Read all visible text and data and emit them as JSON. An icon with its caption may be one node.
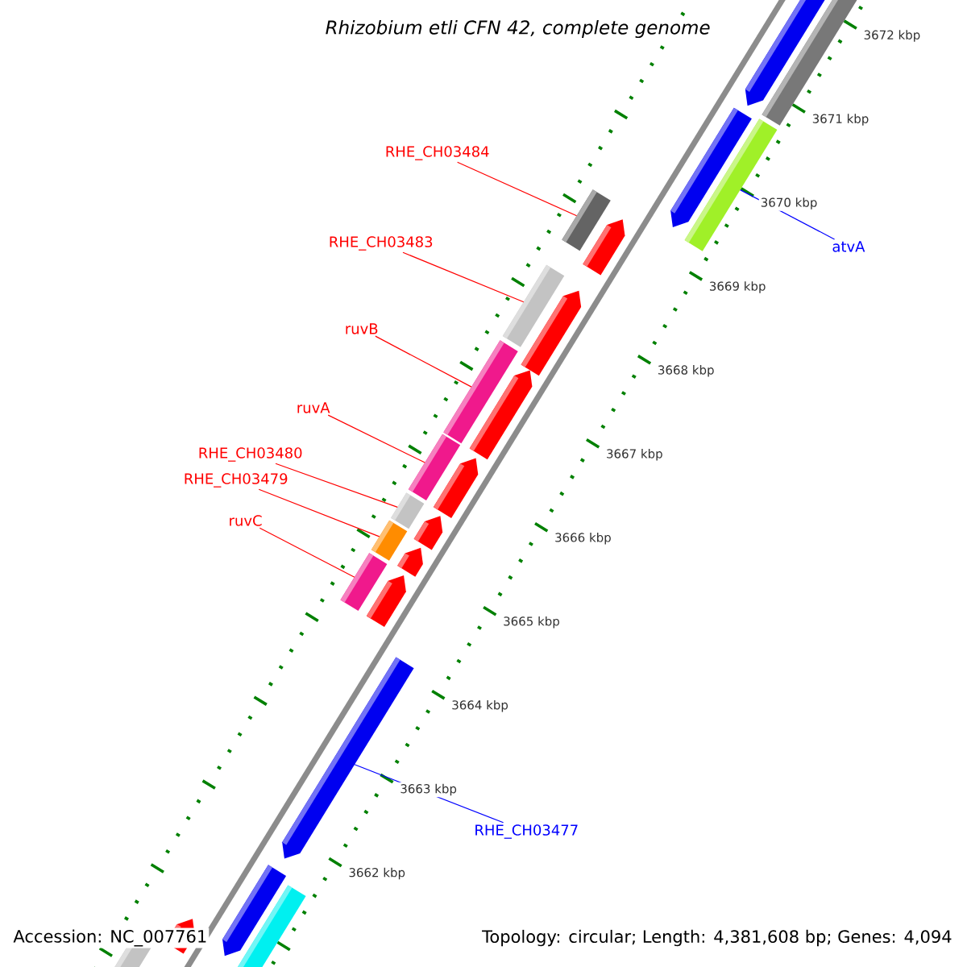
{
  "diagram": {
    "title": "Rhizobium etli CFN 42, complete genome",
    "nodes": [
      {
        "text": [
          "RHE_CH03484"
        ]
      },
      {
        "text": [
          "RHE_CH03483"
        ]
      },
      {
        "text": [
          "atvA"
        ]
      },
      {
        "text": [
          "ruvB"
        ]
      },
      {
        "text": [
          "ruvA"
        ]
      },
      {
        "text": [
          "RHE_CH03480"
        ]
      },
      {
        "text": [
          "RHE_CH03479"
        ]
      },
      {
        "text": [
          "ruvC"
        ]
      },
      {
        "text": [
          "RHE_CH03477"
        ]
      },
      {
        "text": [],
        "shape": "bar"
      },
      {
        "text": [],
        "shape": "bar"
      },
      {
        "text": [],
        "shape": "bar"
      },
      {
        "text": [],
        "shape": "bar"
      },
      {
        "text": [],
        "shape": "bar"
      },
      {
        "text": [],
        "shape": "bar"
      },
      {
        "text": [],
        "shape": "bar"
      },
      {
        "text": [],
        "shape": "bar"
      },
      {
        "text": [],
        "shape": "bar"
      }
    ],
    "edges": [
      {
        "from": 0,
        "to": 9,
        "arrow": "none"
      },
      {
        "from": 1,
        "to": 10,
        "arrow": "none"
      },
      {
        "from": 2,
        "to": 11,
        "arrow": "none",
        "color": "#0000ff"
      },
      {
        "from": 3,
        "to": 12,
        "arrow": "none"
      },
      {
        "from": 4,
        "to": 13,
        "arrow": "none"
      },
      {
        "from": 5,
        "to": 14,
        "arrow": "none"
      },
      {
        "from": 6,
        "to": 15,
        "arrow": "none"
      },
      {
        "from": 7,
        "to": 16,
        "arrow": "none"
      },
      {
        "from": 8,
        "to": 17,
        "arrow": "none",
        "color": "#0000ff"
      }
    ],
    "labels": [
      "3672 kbp",
      "3671 kbp",
      "3670 kbp",
      "3669 kbp",
      "3668 kbp",
      "3667 kbp",
      "3666 kbp",
      "3665 kbp",
      "3664 kbp",
      "3663 kbp",
      "3662 kbp",
      "Accession: NC_007761",
      "Topology: circular; Length: 4,381,608 bp; Genes: 4,094"
    ]
  }
}
